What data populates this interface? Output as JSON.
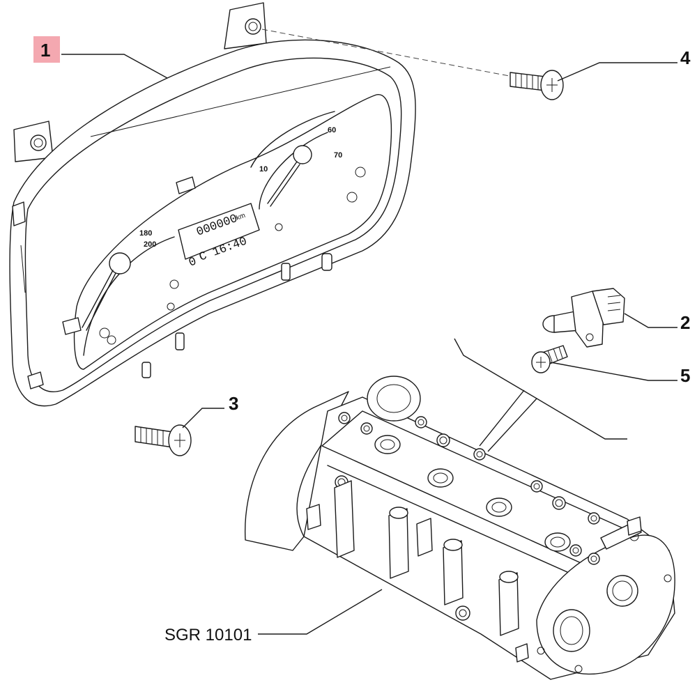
{
  "callouts": [
    {
      "id": "1",
      "label": "1",
      "highlight": "#f4a8b0"
    },
    {
      "id": "2",
      "label": "2"
    },
    {
      "id": "3",
      "label": "3"
    },
    {
      "id": "4",
      "label": "4"
    },
    {
      "id": "5",
      "label": "5"
    }
  ],
  "cluster": {
    "speedo_labels": [
      "180",
      "200"
    ],
    "tacho_labels": [
      "10",
      "60",
      "70"
    ],
    "odometer": "000000",
    "odometer_unit": "km",
    "clock": "C 16:40",
    "clock_prefix": "0"
  },
  "reference": "SGR 10101"
}
